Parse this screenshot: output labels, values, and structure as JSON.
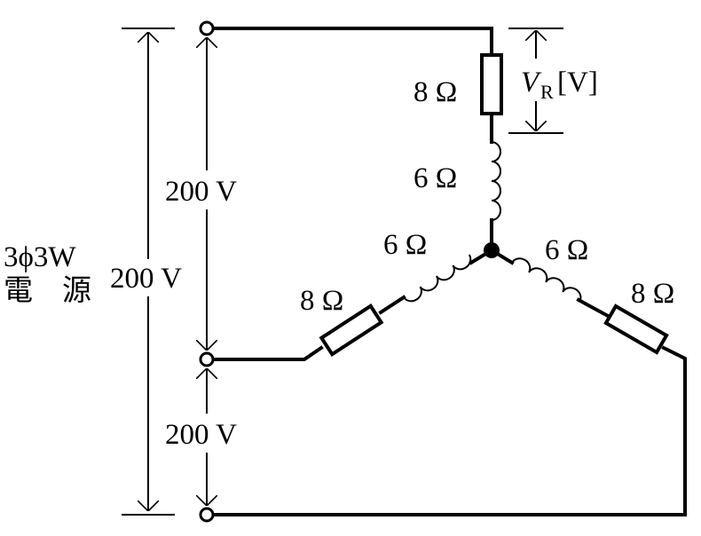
{
  "source": {
    "line1": "3ϕ3W",
    "line2": "電　源"
  },
  "voltages": {
    "line_voltage": "200 V",
    "upper_pair": "200 V",
    "lower_pair": "200 V"
  },
  "top_branch": {
    "resistor": "8 Ω",
    "inductor": "6 Ω"
  },
  "left_branch": {
    "resistor": "8 Ω",
    "inductor": "6 Ω"
  },
  "right_branch": {
    "resistor": "8 Ω",
    "inductor": "6 Ω"
  },
  "measurement": {
    "symbol": "V",
    "subscript": "R",
    "unit": "[V]"
  }
}
